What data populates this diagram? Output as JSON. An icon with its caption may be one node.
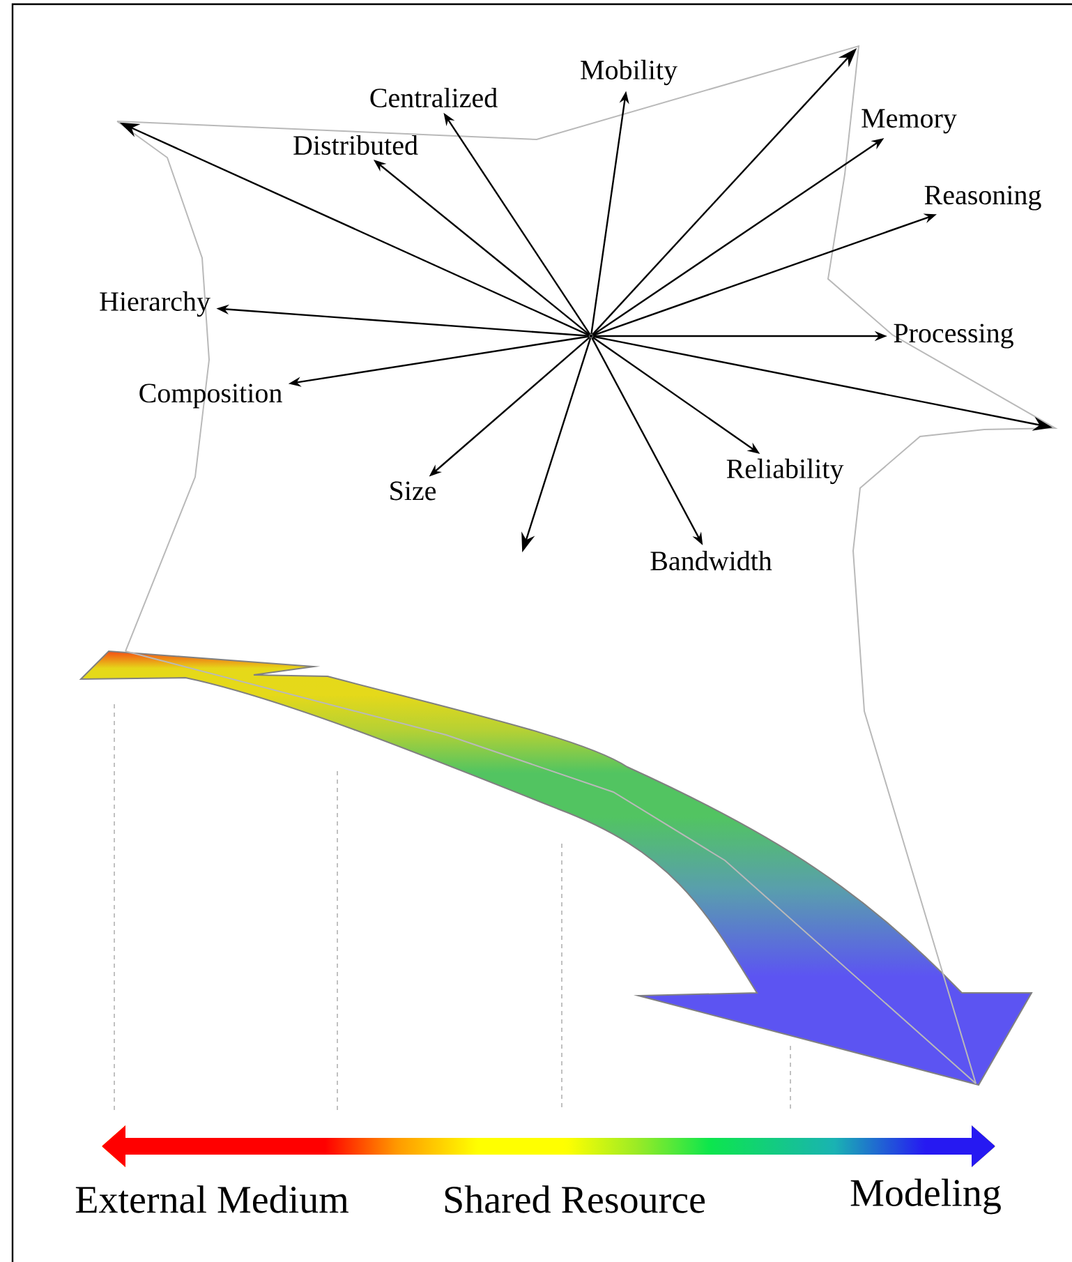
{
  "diagram": {
    "nodes": [
      {
        "text": [
          "Mobility"
        ]
      },
      {
        "text": [
          "Centralized"
        ]
      },
      {
        "text": [
          "Memory"
        ]
      },
      {
        "text": [
          "Distributed"
        ]
      },
      {
        "text": [
          "Reasoning"
        ]
      },
      {
        "text": [
          "Hierarchy"
        ]
      },
      {
        "text": [],
        "shape": "point"
      },
      {
        "text": [
          "Processing"
        ]
      },
      {
        "text": [
          "Composition"
        ]
      },
      {
        "text": [
          "Reliability"
        ]
      },
      {
        "text": [
          "Size"
        ]
      },
      {
        "text": [
          "Bandwidth"
        ]
      }
    ],
    "edges": [
      {
        "from": 6,
        "to": 0,
        "arrow": "to"
      },
      {
        "from": 6,
        "to": 1,
        "arrow": "to"
      },
      {
        "from": 6,
        "to": 2,
        "arrow": "to"
      },
      {
        "from": 6,
        "to": 3,
        "arrow": "to"
      },
      {
        "from": 6,
        "to": 4,
        "arrow": "to"
      },
      {
        "from": 6,
        "to": 5,
        "arrow": "to"
      },
      {
        "from": 6,
        "to": 7,
        "arrow": "to"
      },
      {
        "from": 6,
        "to": 8,
        "arrow": "to"
      },
      {
        "from": 6,
        "to": 9,
        "arrow": "to"
      },
      {
        "from": 6,
        "to": 10,
        "arrow": "to"
      },
      {
        "from": 6,
        "to": 11,
        "arrow": "to"
      },
      {
        "from": 6,
        "to": null,
        "arrow": "to"
      },
      {
        "from": 6,
        "to": null,
        "arrow": "to"
      },
      {
        "from": 6,
        "to": null,
        "arrow": "to"
      },
      {
        "from": 6,
        "to": null,
        "arrow": "to"
      }
    ],
    "labels": [
      "External Medium",
      "Shared Resource",
      "Modeling"
    ]
  }
}
